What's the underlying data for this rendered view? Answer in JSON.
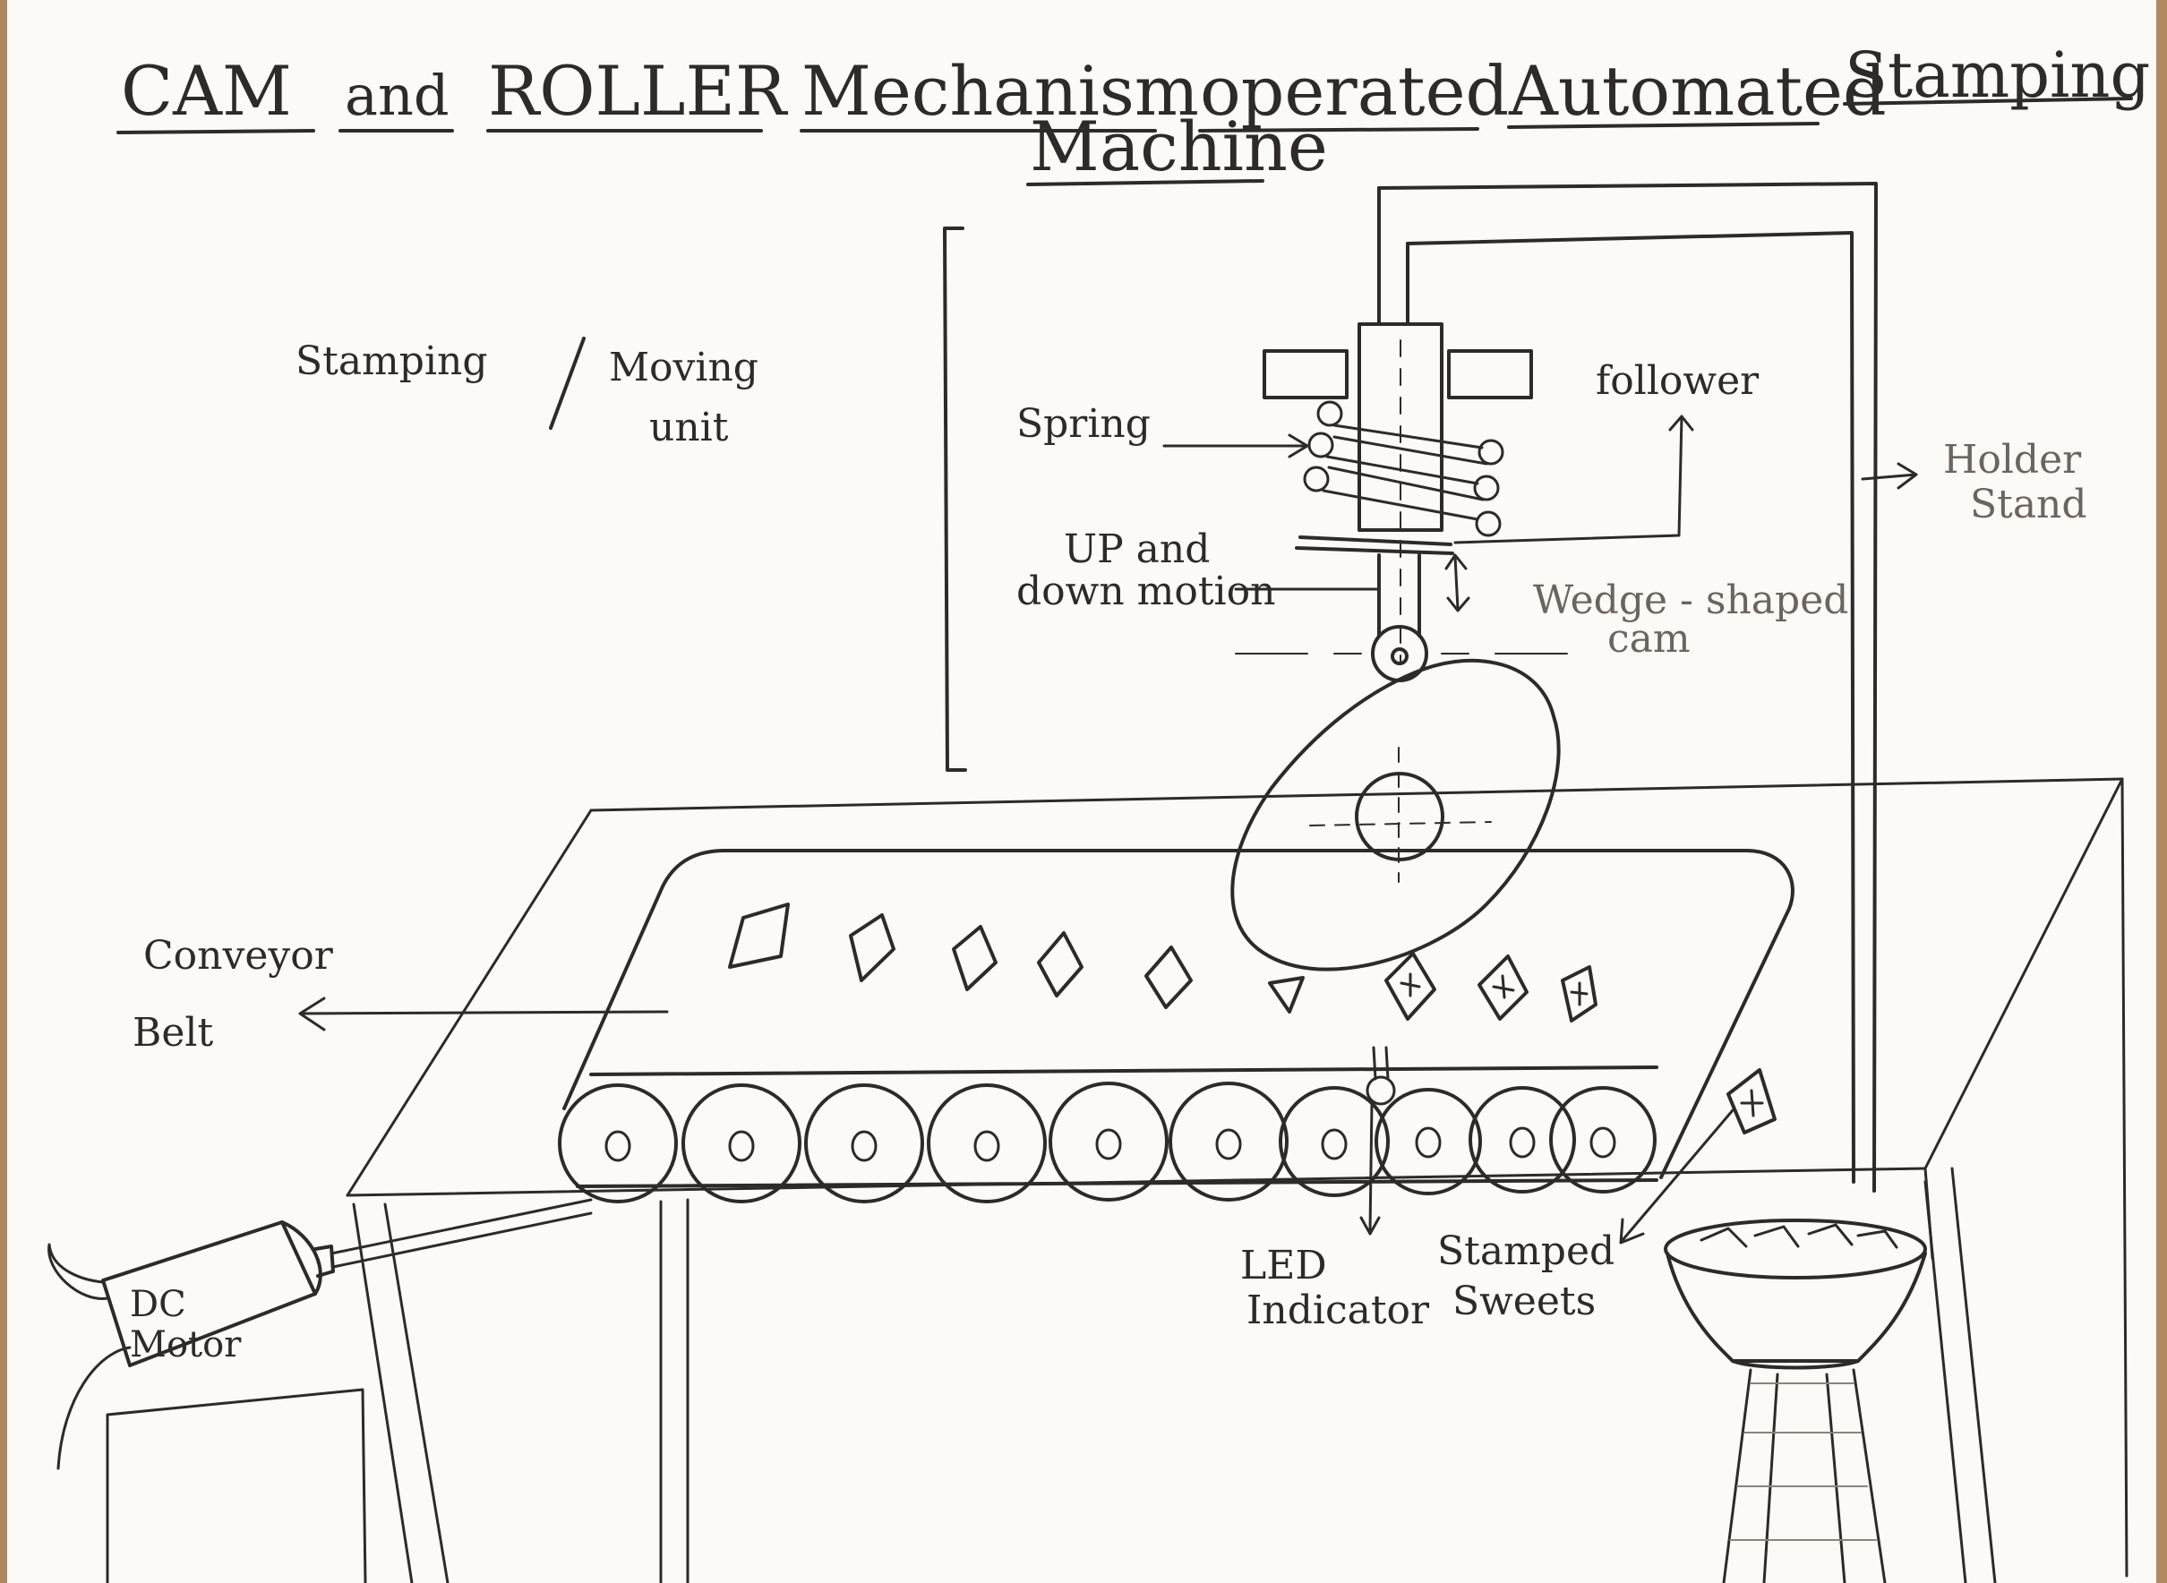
{
  "title": {
    "line1": [
      "CAM",
      "and",
      "ROLLER",
      "Mechanism",
      "operated",
      "Automated",
      "Stamping"
    ],
    "line2": "Machine"
  },
  "labels": {
    "unit_left": "Stamping",
    "unit_right_1": "Moving",
    "unit_right_2": "unit",
    "spring": "Spring",
    "follower": "follower",
    "holder_1": "Holder",
    "holder_2": "Stand",
    "updown_1": "UP and",
    "updown_2": "down motion",
    "cam_1": "Wedge - shaped",
    "cam_2": "cam",
    "conveyor_1": "Conveyor",
    "conveyor_2": "Belt",
    "motor_1": "DC",
    "motor_2": "Motor",
    "led_1": "LED",
    "led_2": "Indicator",
    "sweets_1": "Stamped",
    "sweets_2": "Sweets"
  },
  "colors": {
    "paper": "#fbfaf6",
    "ink": "#2e2a27",
    "wood": "#b08a5e"
  }
}
